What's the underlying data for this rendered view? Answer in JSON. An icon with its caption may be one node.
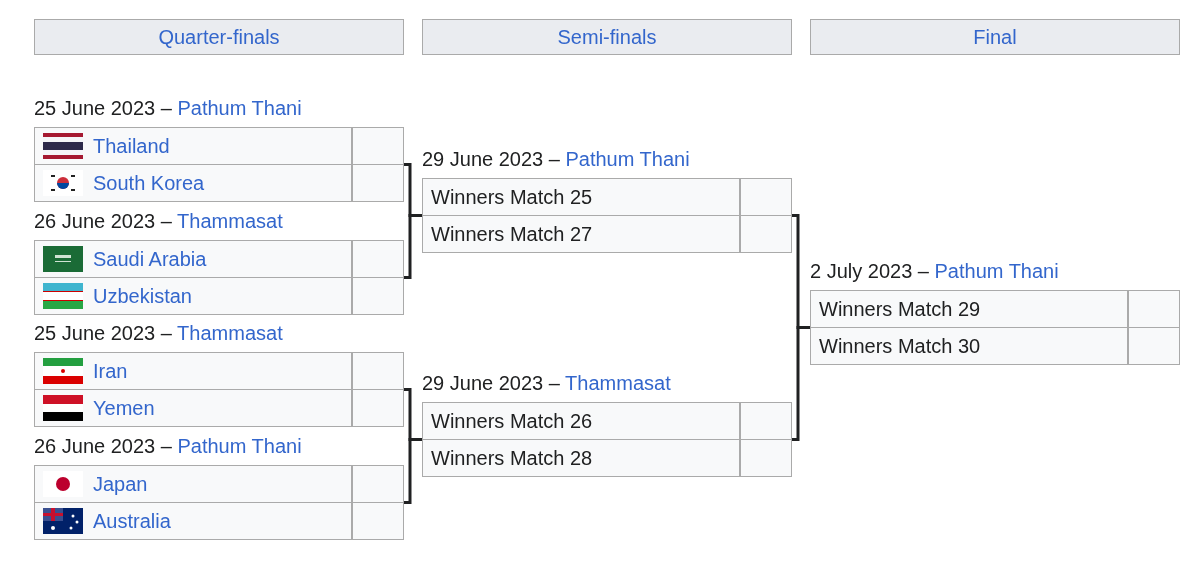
{
  "diagram": {
    "nodes": [
      {
        "text": [
          "Quarter-finals"
        ]
      },
      {
        "text": [
          "Semi-finals"
        ]
      },
      {
        "text": [
          "Final"
        ]
      },
      {
        "text": [
          "25 June 2023 – Pathum Thani"
        ]
      },
      {
        "text": [
          "Thailand"
        ],
        "in": 3
      },
      {
        "text": [
          "South Korea"
        ],
        "in": 3
      },
      {
        "text": [
          "26 June 2023 – Thammasat"
        ]
      },
      {
        "text": [
          "Saudi Arabia"
        ],
        "in": 6
      },
      {
        "text": [
          "Uzbekistan"
        ],
        "in": 6
      },
      {
        "text": [
          "25 June 2023 – Thammasat"
        ]
      },
      {
        "text": [
          "Iran"
        ],
        "in": 9
      },
      {
        "text": [
          "Yemen"
        ],
        "in": 9
      },
      {
        "text": [
          "26 June 2023 – Pathum Thani"
        ]
      },
      {
        "text": [
          "Japan"
        ],
        "in": 12
      },
      {
        "text": [
          "Australia"
        ],
        "in": 12
      },
      {
        "text": [
          "29 June 2023 – Pathum Thani"
        ]
      },
      {
        "text": [
          "Winners Match 25"
        ],
        "in": 15
      },
      {
        "text": [
          "Winners Match 27"
        ],
        "in": 15
      },
      {
        "text": [
          "29 June 2023 – Thammasat"
        ]
      },
      {
        "text": [
          "Winners Match 26"
        ],
        "in": 18
      },
      {
        "text": [
          "Winners Match 28"
        ],
        "in": 18
      },
      {
        "text": [
          "2 July 2023 – Pathum Thani"
        ]
      },
      {
        "text": [
          "Winners Match 29"
        ],
        "in": 21
      },
      {
        "text": [
          "Winners Match 30"
        ],
        "in": 21
      }
    ],
    "edges": [
      {
        "from": 3,
        "to": 15,
        "arrow": "none"
      },
      {
        "from": 6,
        "to": 15,
        "arrow": "none"
      },
      {
        "from": 9,
        "to": 18,
        "arrow": "none"
      },
      {
        "from": 12,
        "to": 18,
        "arrow": "none"
      },
      {
        "from": 15,
        "to": 21,
        "arrow": "none"
      },
      {
        "from": 18,
        "to": 21,
        "arrow": "none"
      }
    ]
  }
}
